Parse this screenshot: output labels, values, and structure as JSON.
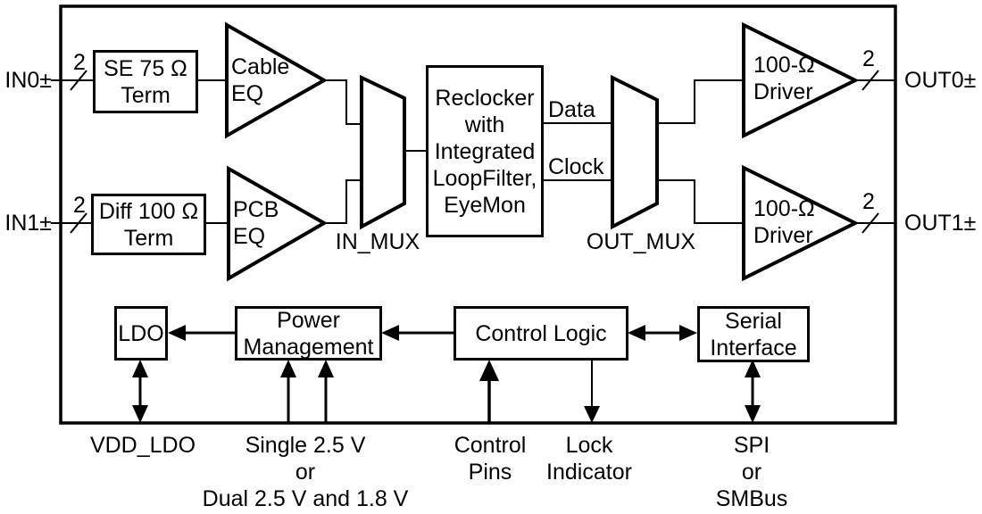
{
  "figure": {
    "background": "#ffffff",
    "line_color": "#000000"
  },
  "pins": {
    "in0": "IN0±",
    "in1": "IN1±",
    "out0": "OUT0±",
    "out1": "OUT1±",
    "bus_width": "2"
  },
  "blocks": {
    "se_term": "SE 75 Ω\nTerm",
    "cable_eq": "Cable\nEQ",
    "diff_term": "Diff 100 Ω\nTerm",
    "pcb_eq": "PCB\nEQ",
    "in_mux": "IN_MUX",
    "reclocker": "Reclocker\nwith\nIntegrated\nLoopFilter,\nEyeMon",
    "out_mux": "OUT_MUX",
    "driver0": "100-Ω\nDriver",
    "driver1": "100-Ω\nDriver",
    "ldo": "LDO",
    "power_management": "Power\nManagement",
    "control_logic": "Control Logic",
    "serial_interface": "Serial\nInterface"
  },
  "signals": {
    "data": "Data",
    "clock": "Clock"
  },
  "external_labels": {
    "vdd_ldo": "VDD_LDO",
    "supply": "Single 2.5 V\nor\nDual 2.5 V and 1.8 V",
    "control_pins": "Control\nPins",
    "lock_indicator": "Lock\nIndicator",
    "serial_bus": "SPI\nor\nSMBus"
  }
}
